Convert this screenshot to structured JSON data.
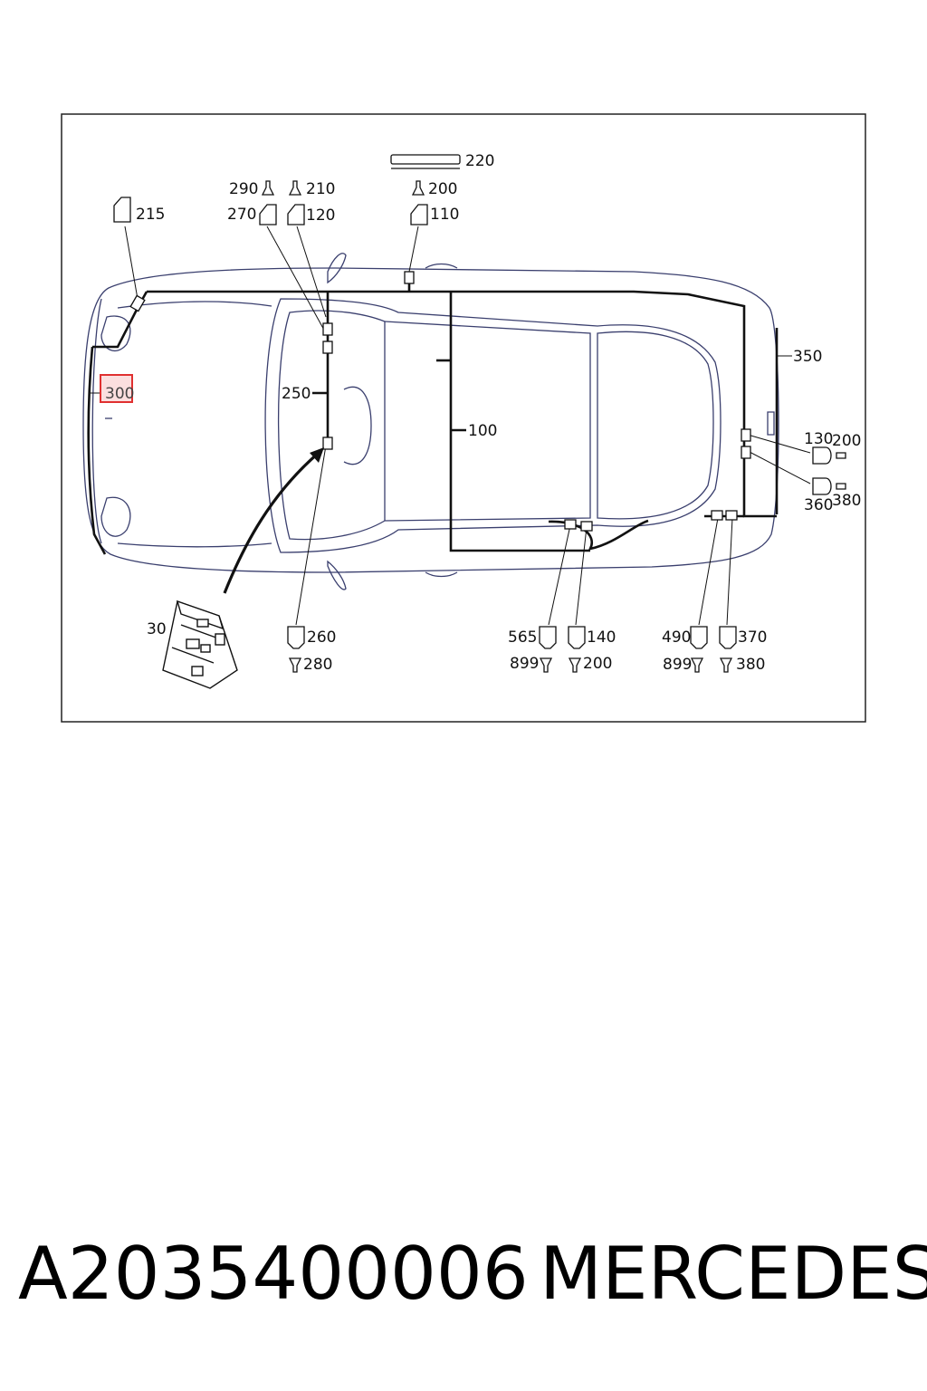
{
  "diagram": {
    "labels": {
      "l215": "215",
      "l220": "220",
      "l290": "290",
      "l270": "270",
      "l210": "210",
      "l120": "120",
      "l200_top": "200",
      "l110": "110",
      "l250": "250",
      "l300": "300",
      "l100": "100",
      "l350": "350",
      "l130": "130",
      "l200_right": "200",
      "l360": "360",
      "l380_right": "380",
      "l30": "30",
      "l260": "260",
      "l280": "280",
      "l565": "565",
      "l140": "140",
      "l899_a": "899",
      "l200_bottom": "200",
      "l490": "490",
      "l370": "370",
      "l899_b": "899",
      "l380_bottom": "380"
    },
    "highlight_color": "#e03030",
    "line_color": "#111111",
    "outline_color": "#3a3f6e"
  },
  "caption": {
    "part_number": "A2035400006",
    "brand": "MERCEDES"
  }
}
